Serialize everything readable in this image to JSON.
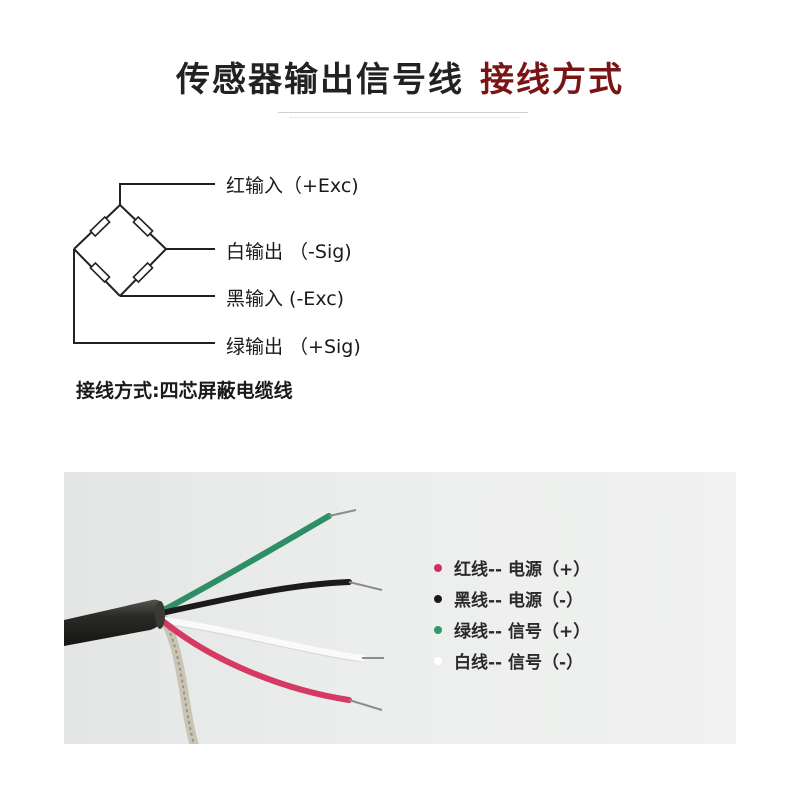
{
  "title": {
    "main": "传感器输出信号线",
    "accent": "接线方式"
  },
  "bridge": {
    "wires": [
      {
        "label": "红输入（+Exc)"
      },
      {
        "label": "白输出 （-Sig)"
      },
      {
        "label": "黑输入 (-Exc)"
      },
      {
        "label": "绿输出 （+Sig)"
      }
    ],
    "note": "接线方式:四芯屏蔽电缆线"
  },
  "photo": {
    "legend": [
      {
        "label": "红线-- 电源（+）",
        "color": "#d0306a"
      },
      {
        "label": "黑线-- 电源（-）",
        "color": "#1a1a1a"
      },
      {
        "label": "绿线-- 信号（+）",
        "color": "#2f9a6a"
      },
      {
        "label": "白线-- 信号（-）",
        "color": "#ffffff"
      }
    ]
  },
  "colors": {
    "accent": "#7a1515",
    "red_wire": "#d43a62",
    "green_wire": "#2e8f66",
    "black_wire": "#1b1b1b",
    "white_wire": "#fafafa",
    "cable": "#2a2a26"
  },
  "icons": [
    "resistor-icon"
  ]
}
